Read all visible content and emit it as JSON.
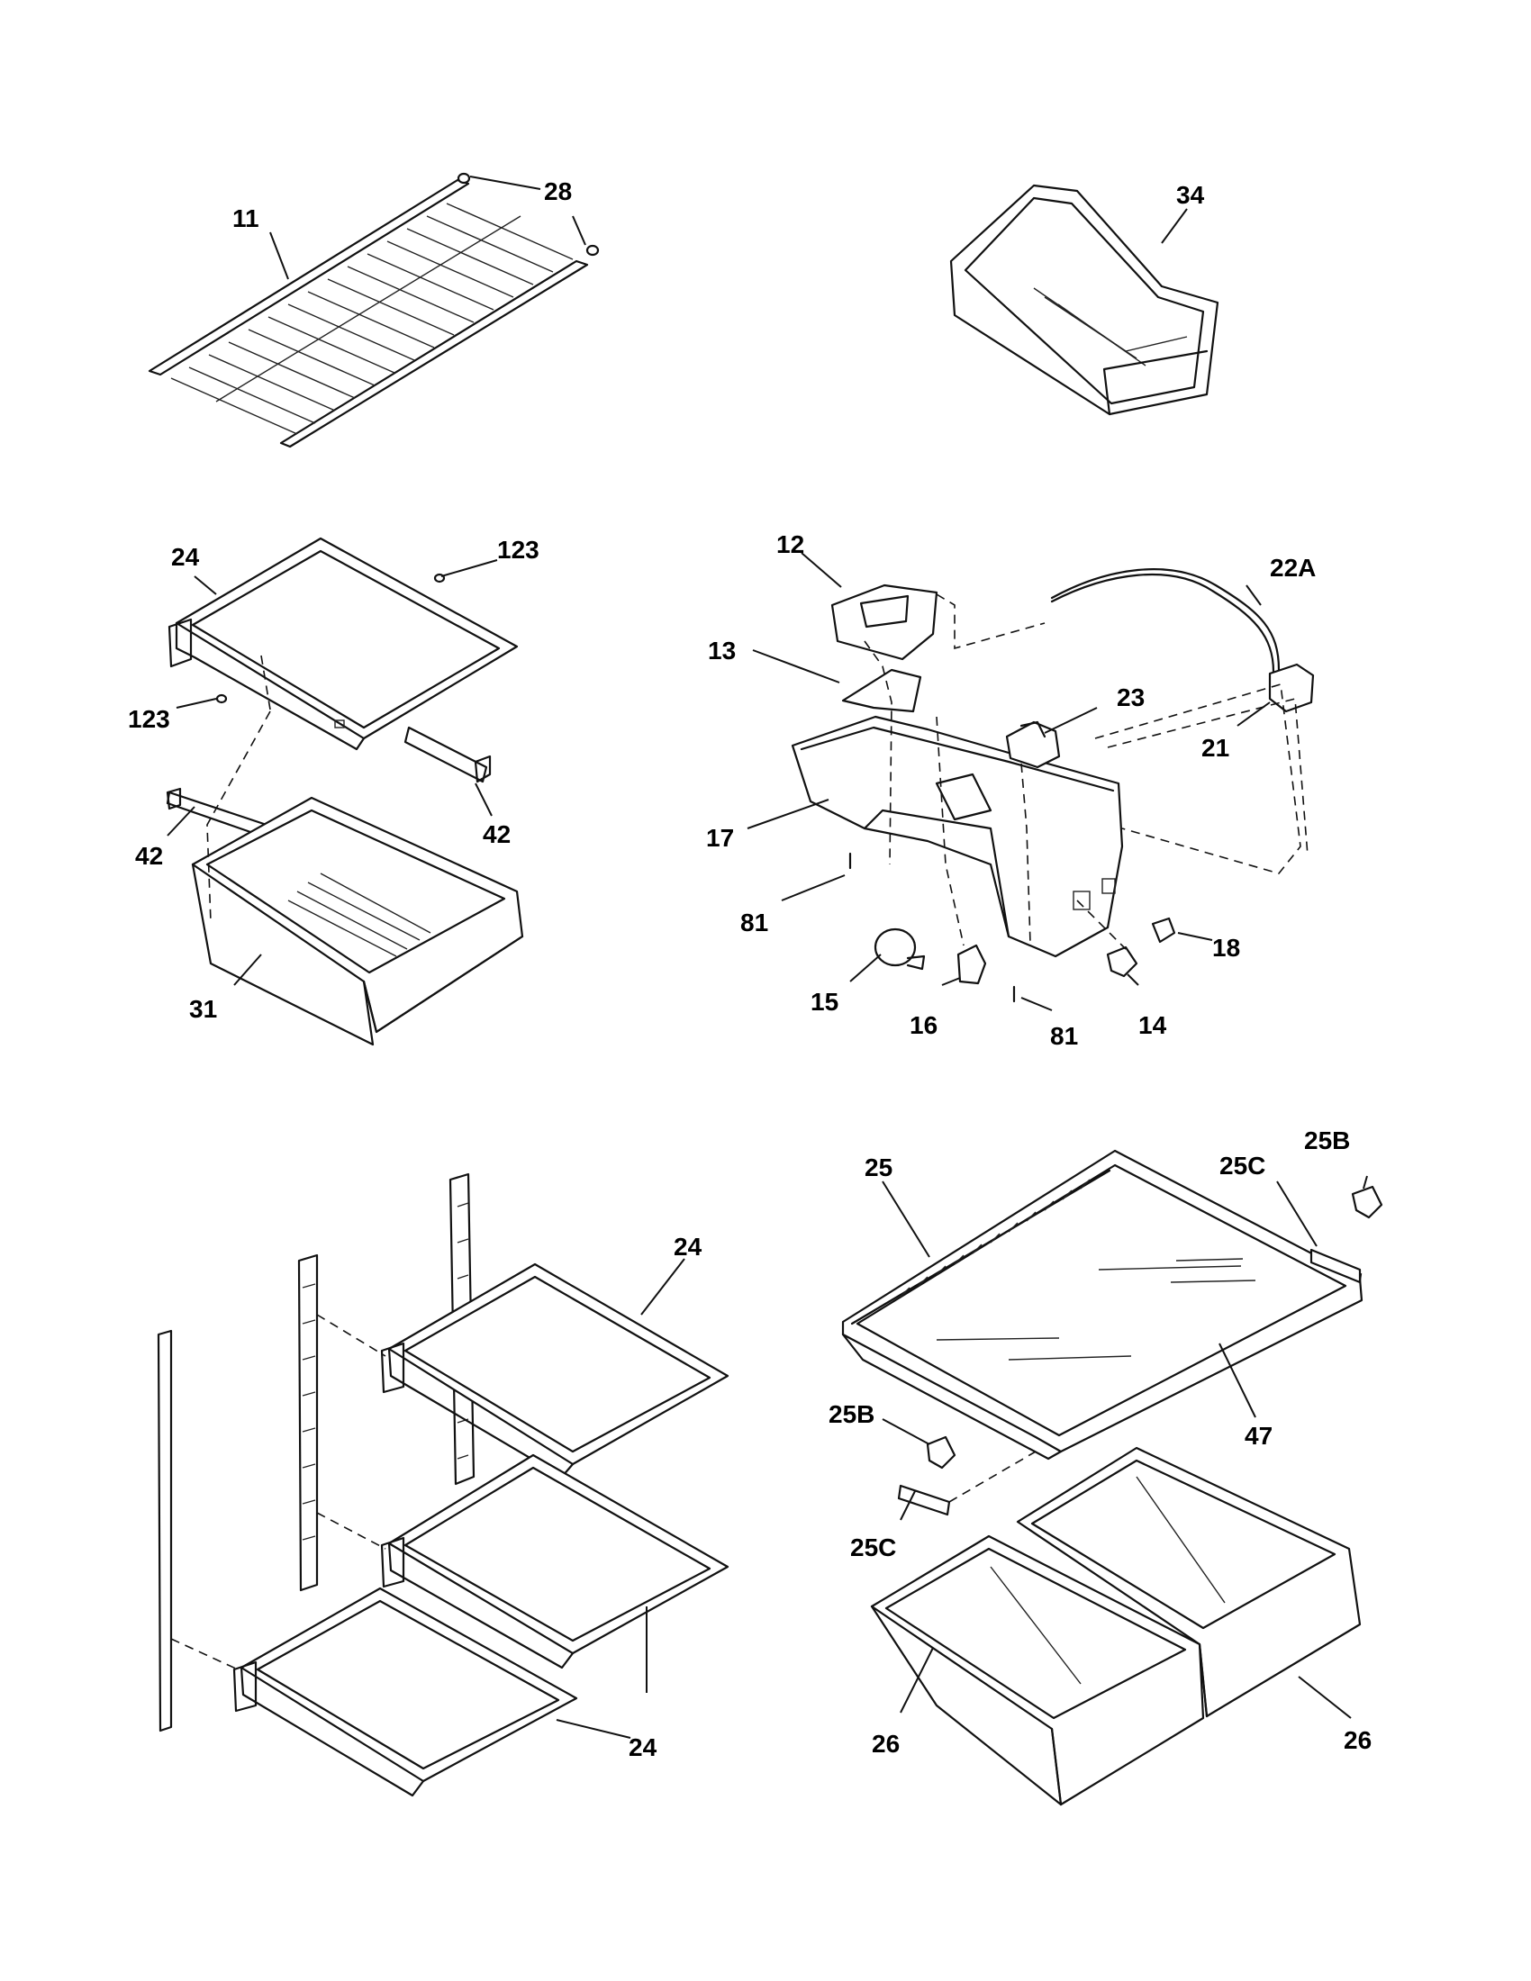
{
  "callouts": {
    "c11": "11",
    "c28": "28",
    "c34": "34",
    "c24a": "24",
    "c123a": "123",
    "c123b": "123",
    "c42a": "42",
    "c42b": "42",
    "c31": "31",
    "c12": "12",
    "c13": "13",
    "c22a": "22A",
    "c23": "23",
    "c21": "21",
    "c17": "17",
    "c81a": "81",
    "c81b": "81",
    "c15": "15",
    "c16": "16",
    "c18": "18",
    "c14": "14",
    "c24b": "24",
    "c24c": "24",
    "c25": "25",
    "c25c_top": "25C",
    "c25b_top": "25B",
    "c47": "47",
    "c25b_bot": "25B",
    "c25c_bot": "25C",
    "c26a": "26",
    "c26b": "26"
  }
}
